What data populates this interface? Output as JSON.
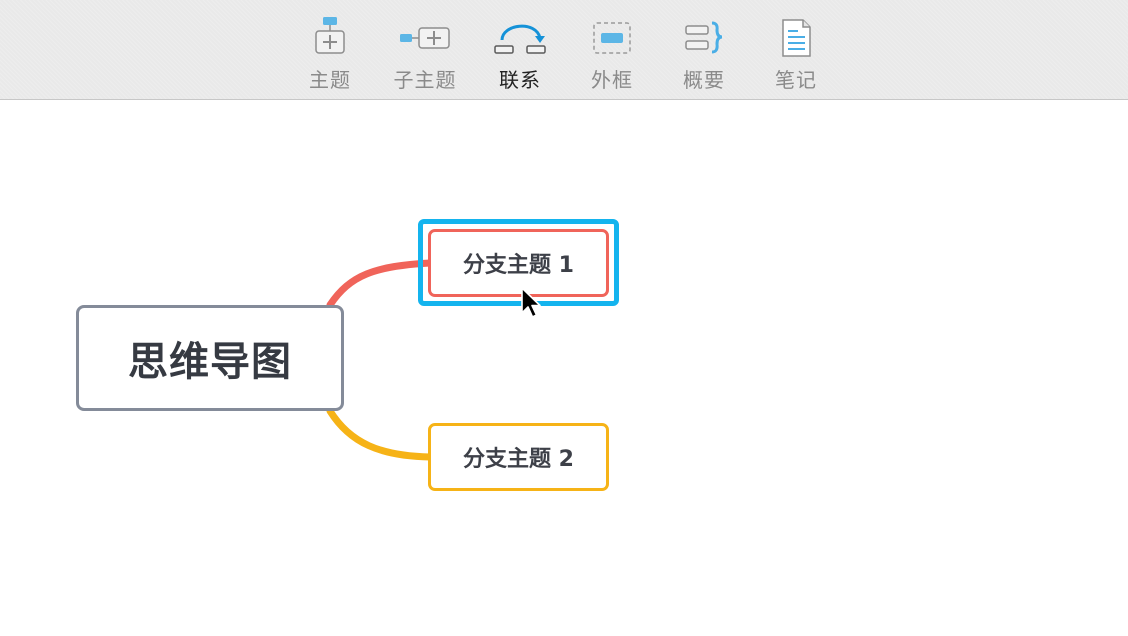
{
  "toolbar": {
    "items": [
      {
        "label": "主题",
        "icon": "topic-icon",
        "active": false
      },
      {
        "label": "子主题",
        "icon": "subtopic-icon",
        "active": false
      },
      {
        "label": "联系",
        "icon": "relationship-icon",
        "active": true
      },
      {
        "label": "外框",
        "icon": "boundary-icon",
        "active": false
      },
      {
        "label": "概要",
        "icon": "summary-icon",
        "active": false
      },
      {
        "label": "笔记",
        "icon": "note-icon",
        "active": false
      }
    ]
  },
  "mindmap": {
    "central": {
      "label": "思维导图",
      "border_color": "#848b99"
    },
    "branches": [
      {
        "label": "分支主题 1",
        "color": "#f0645a",
        "selected": true
      },
      {
        "label": "分支主题 2",
        "color": "#f6b317",
        "selected": false
      }
    ],
    "selection_color": "#14b4ee"
  }
}
